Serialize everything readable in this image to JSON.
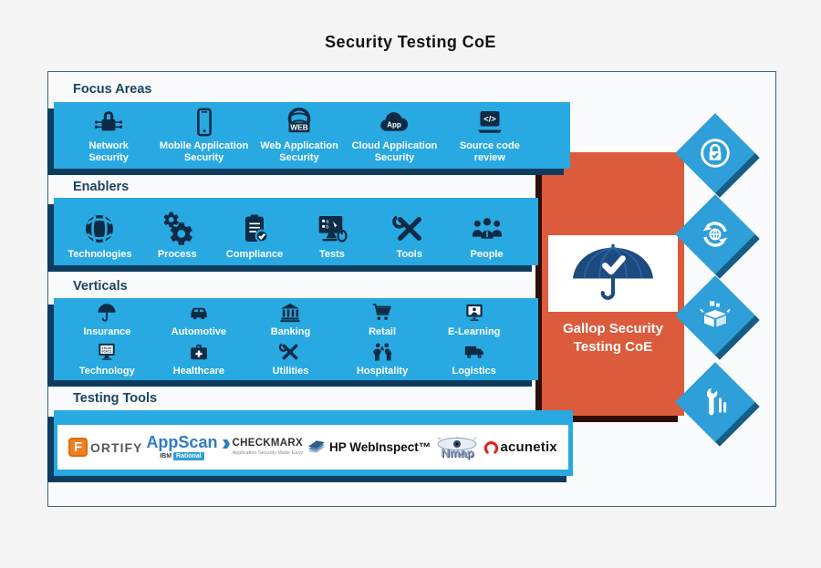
{
  "title": "Security Testing CoE",
  "focus_areas": {
    "heading": "Focus Areas",
    "items": [
      {
        "label": "Network Security",
        "icon": "network-security-icon"
      },
      {
        "label": "Mobile Application Security",
        "icon": "mobile-security-icon"
      },
      {
        "label": "Web Application Security",
        "icon": "web-application-icon"
      },
      {
        "label": "Cloud Application Security",
        "icon": "cloud-application-icon"
      },
      {
        "label": "Source code review",
        "icon": "source-code-icon"
      }
    ]
  },
  "enablers": {
    "heading": "Enablers",
    "items": [
      {
        "label": "Technologies",
        "icon": "technologies-globe-icon"
      },
      {
        "label": "Process",
        "icon": "process-gears-icon"
      },
      {
        "label": "Compliance",
        "icon": "compliance-clipboard-icon"
      },
      {
        "label": "Tests",
        "icon": "tests-monitor-icon"
      },
      {
        "label": "Tools",
        "icon": "tools-crossed-icon"
      },
      {
        "label": "People",
        "icon": "people-icon"
      }
    ]
  },
  "verticals": {
    "heading": "Verticals",
    "rows": [
      [
        {
          "label": "Insurance",
          "icon": "umbrella-icon"
        },
        {
          "label": "Automotive",
          "icon": "car-icon"
        },
        {
          "label": "Banking",
          "icon": "bank-icon"
        },
        {
          "label": "Retail",
          "icon": "cart-icon"
        },
        {
          "label": "E-Learning",
          "icon": "elearning-icon"
        }
      ],
      [
        {
          "label": "Technology",
          "icon": "monitor-code-icon"
        },
        {
          "label": "Healthcare",
          "icon": "medical-bag-icon"
        },
        {
          "label": "Utilities",
          "icon": "utilities-tools-icon"
        },
        {
          "label": "Hospitality",
          "icon": "hospitality-people-icon"
        },
        {
          "label": "Logistics",
          "icon": "truck-icon"
        }
      ]
    ]
  },
  "testing_tools": {
    "heading": "Testing Tools",
    "logos": [
      {
        "name": "Fortify",
        "initial": "F",
        "text": "ORTIFY"
      },
      {
        "name": "AppScan",
        "text": "AppScan",
        "sub_brand": "IBM",
        "sub_badge": "Rational"
      },
      {
        "name": "Checkmarx",
        "text": "CHECKMARX",
        "tagline": "Application Security Made Easy"
      },
      {
        "name": "HP WebInspect",
        "text": "HP WebInspect™"
      },
      {
        "name": "Nmap",
        "text": "Nmap"
      },
      {
        "name": "Acunetix",
        "text": "acunetix"
      }
    ]
  },
  "center_badge": {
    "icon": "umbrella-check-icon",
    "lines": [
      "Gallop Security",
      "Testing CoE"
    ]
  },
  "side_badges": [
    {
      "icon": "verified-lock-icon"
    },
    {
      "icon": "continuous-sync-icon"
    },
    {
      "icon": "deployment-box-icon"
    },
    {
      "icon": "managed-tools-icon"
    }
  ],
  "colors": {
    "band_blue": "#29A9E1",
    "band_shadow_navy": "#0E3C5E",
    "accent_orange": "#DC5B3C",
    "diamond_blue": "#2E9FD9",
    "icon_navy": "#0D2B45",
    "umbrella_navy": "#1D4B80",
    "fortify_orange": "#F08122",
    "acunetix_red": "#E2231A"
  }
}
